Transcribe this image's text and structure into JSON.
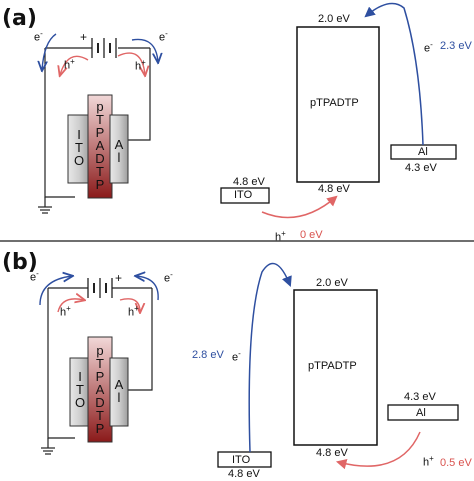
{
  "panels": [
    {
      "label": "(a)",
      "circuit": {
        "electrode_left": "ITO",
        "polymer": "pTPADTP",
        "electrode_right": "Al",
        "electron_left": "e-",
        "hole_left": "h+",
        "hole_right": "h+",
        "electron_right": "e-",
        "plus": "+",
        "minus": ""
      },
      "energy": {
        "polymer_lumo": "2.0 eV",
        "polymer_name": "pTPADTP",
        "polymer_homo": "4.8 eV",
        "ito_name": "ITO",
        "ito_level": "4.8 eV",
        "al_name": "Al",
        "al_level": "4.3 eV",
        "electron_label": "e-",
        "electron_barrier": "2.3 eV",
        "hole_label": "h+",
        "hole_barrier": "0 eV"
      }
    },
    {
      "label": "(b)",
      "circuit": {
        "electrode_left": "ITO",
        "polymer": "pTPADTP",
        "electrode_right": "Al",
        "electron_left": "e-",
        "hole_left": "h+",
        "hole_right": "h+",
        "electron_right": "e-",
        "plus": "+",
        "minus": ""
      },
      "energy": {
        "polymer_lumo": "2.0 eV",
        "polymer_name": "pTPADTP",
        "polymer_homo": "4.8 eV",
        "ito_name": "ITO",
        "ito_level": "4.8 eV",
        "al_name": "Al",
        "al_level": "4.3 eV",
        "electron_label": "e-",
        "electron_barrier": "2.8 eV",
        "hole_label": "h+",
        "hole_barrier": "0.5 eV"
      }
    }
  ],
  "colors": {
    "electron": "#2e4fa0",
    "hole": "#e06666",
    "polymer_top": "#f2d8d8",
    "polymer_bottom": "#8b1a1a",
    "electrode": "#bdbdbd"
  }
}
